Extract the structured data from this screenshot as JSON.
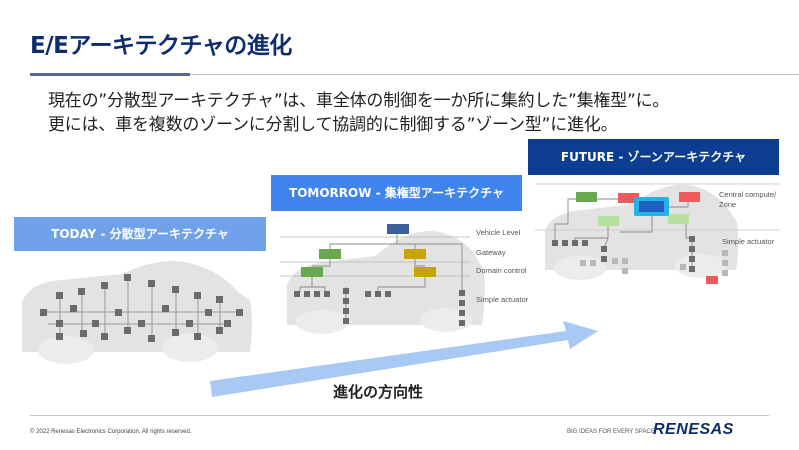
{
  "slide": {
    "title": "E/Eアーキテクチャの進化",
    "lead_line1": "現在の”分散型アーキテクチャ”は、車全体の制御を一か所に集約した”集権型”に。",
    "lead_line2": "更には、車を複数のゾーンに分割して協調的に制御する”ゾーン型”に進化。"
  },
  "stages": {
    "today": "TODAY - 分散型アーキテクチャ",
    "tomorrow": "TOMORROW - 集権型アーキテクチャ",
    "future": "FUTURE - ゾーンアーキテクチャ"
  },
  "tomorrow_legend": {
    "vehicle_level": "Vehicle Level",
    "gateway": "Gateway",
    "domain_control": "Domain control",
    "simple_actuator": "Simple actuator"
  },
  "future_legend": {
    "central_line1": "Central compute/",
    "central_line2": "Zone",
    "simple_actuator": "Simple actuator"
  },
  "arrow": {
    "caption": "進化の方向性"
  },
  "footer": {
    "copyright": "© 2022 Renesas Electronics Corporation. All rights reserved.",
    "tagline": "BIG IDEAS FOR EVERY SPACE",
    "brand": "RENESAS"
  },
  "colors": {
    "title": "#0d2d6c",
    "today": "#6fa2ea",
    "tomorrow": "#3f83ec",
    "future": "#0c3d91",
    "ecu_gray": "#6b6b6b",
    "vehicle_level": "#3d5f9c",
    "gateway": "#6aa84f",
    "domain": "#c9a400",
    "zone_green": "#b7e1a1",
    "zone_red": "#f05a5a",
    "central": "#1f5fbf",
    "arrow": "#a9c9f5"
  }
}
